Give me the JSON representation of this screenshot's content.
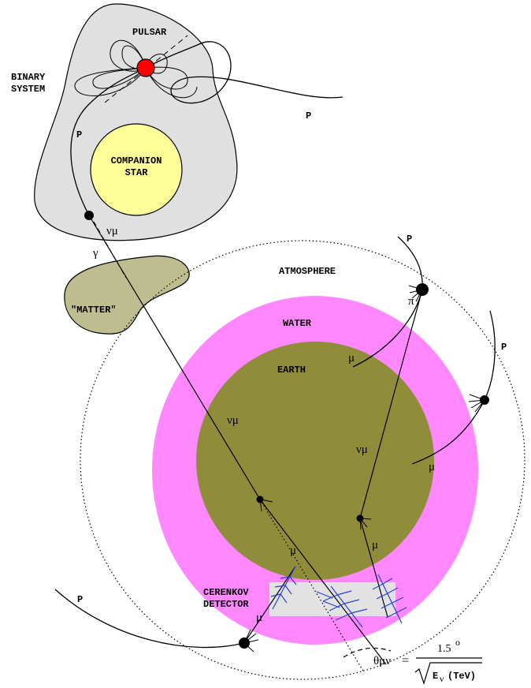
{
  "labels": {
    "pulsar": "PULSAR",
    "binary_line1": "BINARY",
    "binary_line2": "SYSTEM",
    "companion_line1": "COMPANION",
    "companion_line2": "STAR",
    "matter": "\"MATTER\"",
    "atmosphere": "ATMOSPHERE",
    "water": "WATER",
    "earth": "EARTH",
    "cerenkov_line1": "CERENKOV",
    "cerenkov_line2": "DETECTOR",
    "p_top_right": "P",
    "p_binary_right": "P",
    "p_binary_left": "P",
    "p_right": "P",
    "p_bottom_left": "P",
    "nu_mu_binary": "νμ",
    "gamma": "γ",
    "pi": "π",
    "mu_upper": "μ",
    "mu_right": "μ",
    "mu_lower_right": "μ",
    "mu_center": "μ",
    "mu_detector": "μ",
    "nu_mu_left": "νμ",
    "nu_mu_right": "νμ"
  },
  "formula": {
    "theta": "θμν",
    "equals": "=",
    "numerator": "1.5",
    "degree": "o",
    "denominator": "E",
    "denominator_sub": "ν",
    "denominator_unit": "(TeV)"
  },
  "colors": {
    "binary_region": "#e0e0e0",
    "companion_star": "#ffff99",
    "pulsar": "#ff0000",
    "matter": "#bdbd8f",
    "water": "#ff88ff",
    "earth": "#8f8c3a",
    "detector": "#e2e2e2",
    "shower": "#2b3fd6"
  }
}
